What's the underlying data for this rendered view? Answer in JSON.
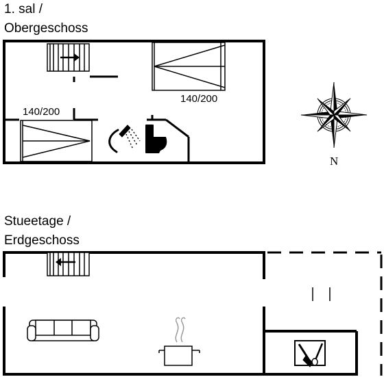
{
  "floors": {
    "upper": {
      "line1": "1. sal /",
      "line2": "Obergeschoss"
    },
    "ground": {
      "line1": "Stueetage /",
      "line2": "Erdgeschoss"
    }
  },
  "beds": {
    "upper_right": "140/200",
    "upper_left": "140/200"
  },
  "compass": {
    "north": "N"
  }
}
